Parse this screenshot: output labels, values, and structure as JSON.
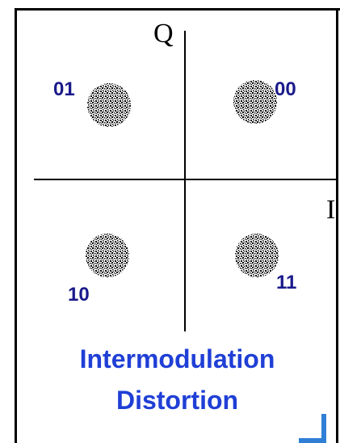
{
  "axes": {
    "q_label": "Q",
    "i_label": "I"
  },
  "symbols": [
    {
      "bits": "01",
      "quadrant": "top-left"
    },
    {
      "bits": "00",
      "quadrant": "top-right"
    },
    {
      "bits": "10",
      "quadrant": "bottom-left"
    },
    {
      "bits": "11",
      "quadrant": "bottom-right"
    }
  ],
  "caption": {
    "line1": "Intermodulation",
    "line2": "Distortion"
  },
  "colors": {
    "label": "#1a1a8c",
    "caption": "#1f3fd6",
    "axis": "#000000",
    "deco": "#2f7fd6"
  }
}
